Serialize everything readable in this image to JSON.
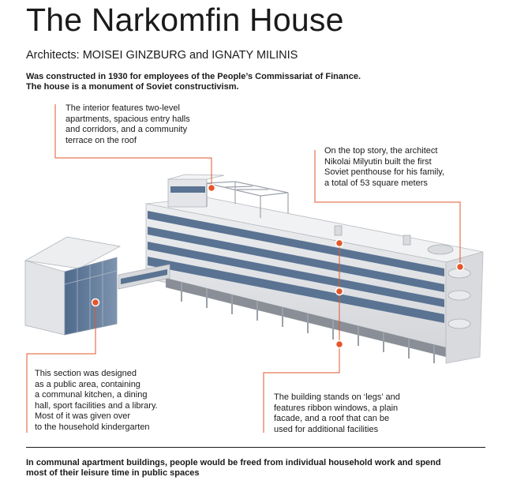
{
  "header": {
    "title": "The Narkomfin House",
    "subtitle": "Architects: MOISEI GINZBURG and IGNATY MILINIS",
    "intro_lines": [
      "Was constructed in 1930 for employees of the People’s Commissariat of Finance.",
      "The house is a monument of Soviet constructivism."
    ]
  },
  "callouts": {
    "interior": [
      "The interior features two-level",
      "apartments, spacious entry halls",
      "and corridors, and a community",
      "terrace on the roof"
    ],
    "penthouse": [
      "On the top story, the architect",
      "Nikolai Milyutin built the first",
      "Soviet penthouse for his family,",
      "a total of 53 square meters"
    ],
    "public_area": [
      "This section was designed",
      "as a public area, containing",
      "a communal kitchen, a dining",
      "hall, sport facilities and a library.",
      "Most of it was given over",
      "to the household kindergarten"
    ],
    "structure": [
      "The building stands on ‘legs’ and",
      "features ribbon windows, a plain",
      "facade, and a roof that can be",
      "used for additional facilities"
    ]
  },
  "footer": {
    "lines": [
      "In communal apartment buildings, people would be freed from individual household work and spend",
      "most of their leisure time in public spaces"
    ]
  },
  "colors": {
    "accent": "#e2572b",
    "wall": "#e6e7e9",
    "wall_shadow": "#c9cbcf",
    "window": "#5a7392"
  }
}
